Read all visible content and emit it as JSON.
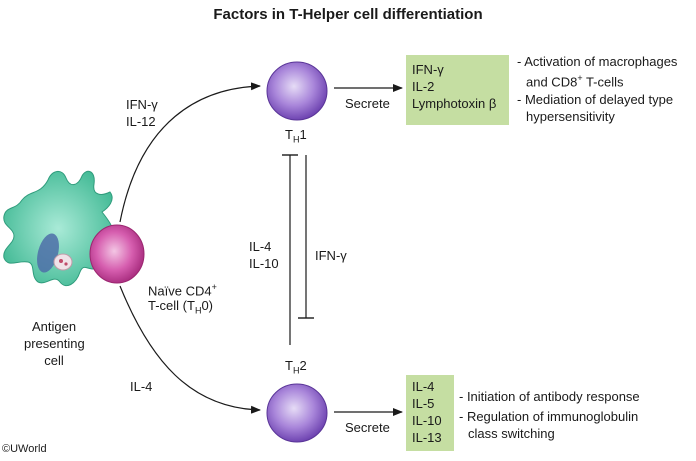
{
  "title": "Factors in T-Helper cell differentiation",
  "labels": {
    "upper_path": [
      "IFN-γ",
      "IL-12"
    ],
    "lower_path": "IL-4",
    "th1": {
      "main": "T",
      "sub": "H",
      "suffix": "1"
    },
    "th2": {
      "main": "T",
      "sub": "H",
      "suffix": "2"
    },
    "naive_line1": {
      "text": "Naïve CD4",
      "sup": "+"
    },
    "naive_line2": {
      "pre": "T-cell (T",
      "sub": "H",
      "post": "0)"
    },
    "apc": [
      "Antigen",
      "presenting",
      "cell"
    ],
    "secrete_top": "Secrete",
    "secrete_bottom": "Secrete",
    "cross_left": [
      "IL-4",
      "IL-10"
    ],
    "cross_right": "IFN-γ",
    "copyright": "©UWorld"
  },
  "th1_box": [
    "IFN-γ",
    "IL-2",
    "Lymphotoxin β"
  ],
  "th2_box": [
    "IL-4",
    "IL-5",
    "IL-10",
    "IL-13"
  ],
  "th1_effects": [
    {
      "pre": "- Activation of macrophages",
      "line2_pre": "and CD8",
      "line2_sup": "+",
      "line2_post": " T-cells"
    },
    {
      "pre": "- Mediation of delayed type",
      "line2": "hypersensitivity"
    }
  ],
  "th2_effects": [
    {
      "pre": "- Initiation of antibody response"
    },
    {
      "pre": "- Regulation of immunoglobulin",
      "line2": "class switching"
    }
  ],
  "colors": {
    "box_fill": "#c5dea2",
    "th_cell": "#8a5cc4",
    "naive_cell": "#c0398e",
    "apc_fill": "#4fc3a4"
  }
}
